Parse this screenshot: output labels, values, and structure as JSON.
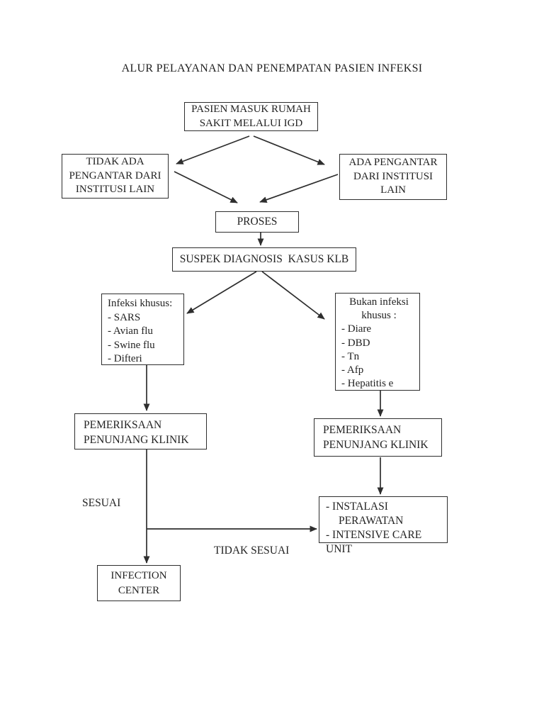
{
  "title": "ALUR PELAYANAN DAN PENEMPATAN PASIEN INFEKSI",
  "nodes": {
    "igd": {
      "lines": [
        "PASIEN MASUK RUMAH",
        "SAKIT MELALUI IGD"
      ]
    },
    "tidak_ada": {
      "lines": [
        "TIDAK ADA",
        "PENGANTAR DARI",
        "INSTITUSI LAIN"
      ]
    },
    "ada": {
      "lines": [
        "ADA PENGANTAR",
        "DARI INSTITUSI",
        "LAIN"
      ]
    },
    "proses": {
      "label": "PROSES"
    },
    "suspek": {
      "label": "SUSPEK DIAGNOSIS  KASUS KLB"
    },
    "infeksi": {
      "header": "Infeksi khusus:",
      "items": [
        "- SARS",
        "- Avian flu",
        "- Swine flu",
        "- Difteri"
      ]
    },
    "bukan": {
      "header_lines": [
        "Bukan infeksi",
        "khusus :"
      ],
      "items": [
        "- Diare",
        "- DBD",
        "- Tn",
        "- Afp",
        "- Hepatitis e"
      ]
    },
    "pem_left": {
      "lines": [
        "PEMERIKSAAN",
        "PENUNJANG KLINIK"
      ]
    },
    "pem_right": {
      "lines": [
        "PEMERIKSAAN",
        "PENUNJANG KLINIK"
      ]
    },
    "instalasi": {
      "lines": [
        "- INSTALASI",
        "PERAWATAN",
        "- INTENSIVE CARE UNIT"
      ]
    },
    "infection": {
      "lines": [
        "INFECTION",
        "CENTER"
      ]
    }
  },
  "labels": {
    "sesuai": "SESUAI",
    "tidak_sesuai": "TIDAK SESUAI"
  },
  "ink_color": "#2e2e2e"
}
